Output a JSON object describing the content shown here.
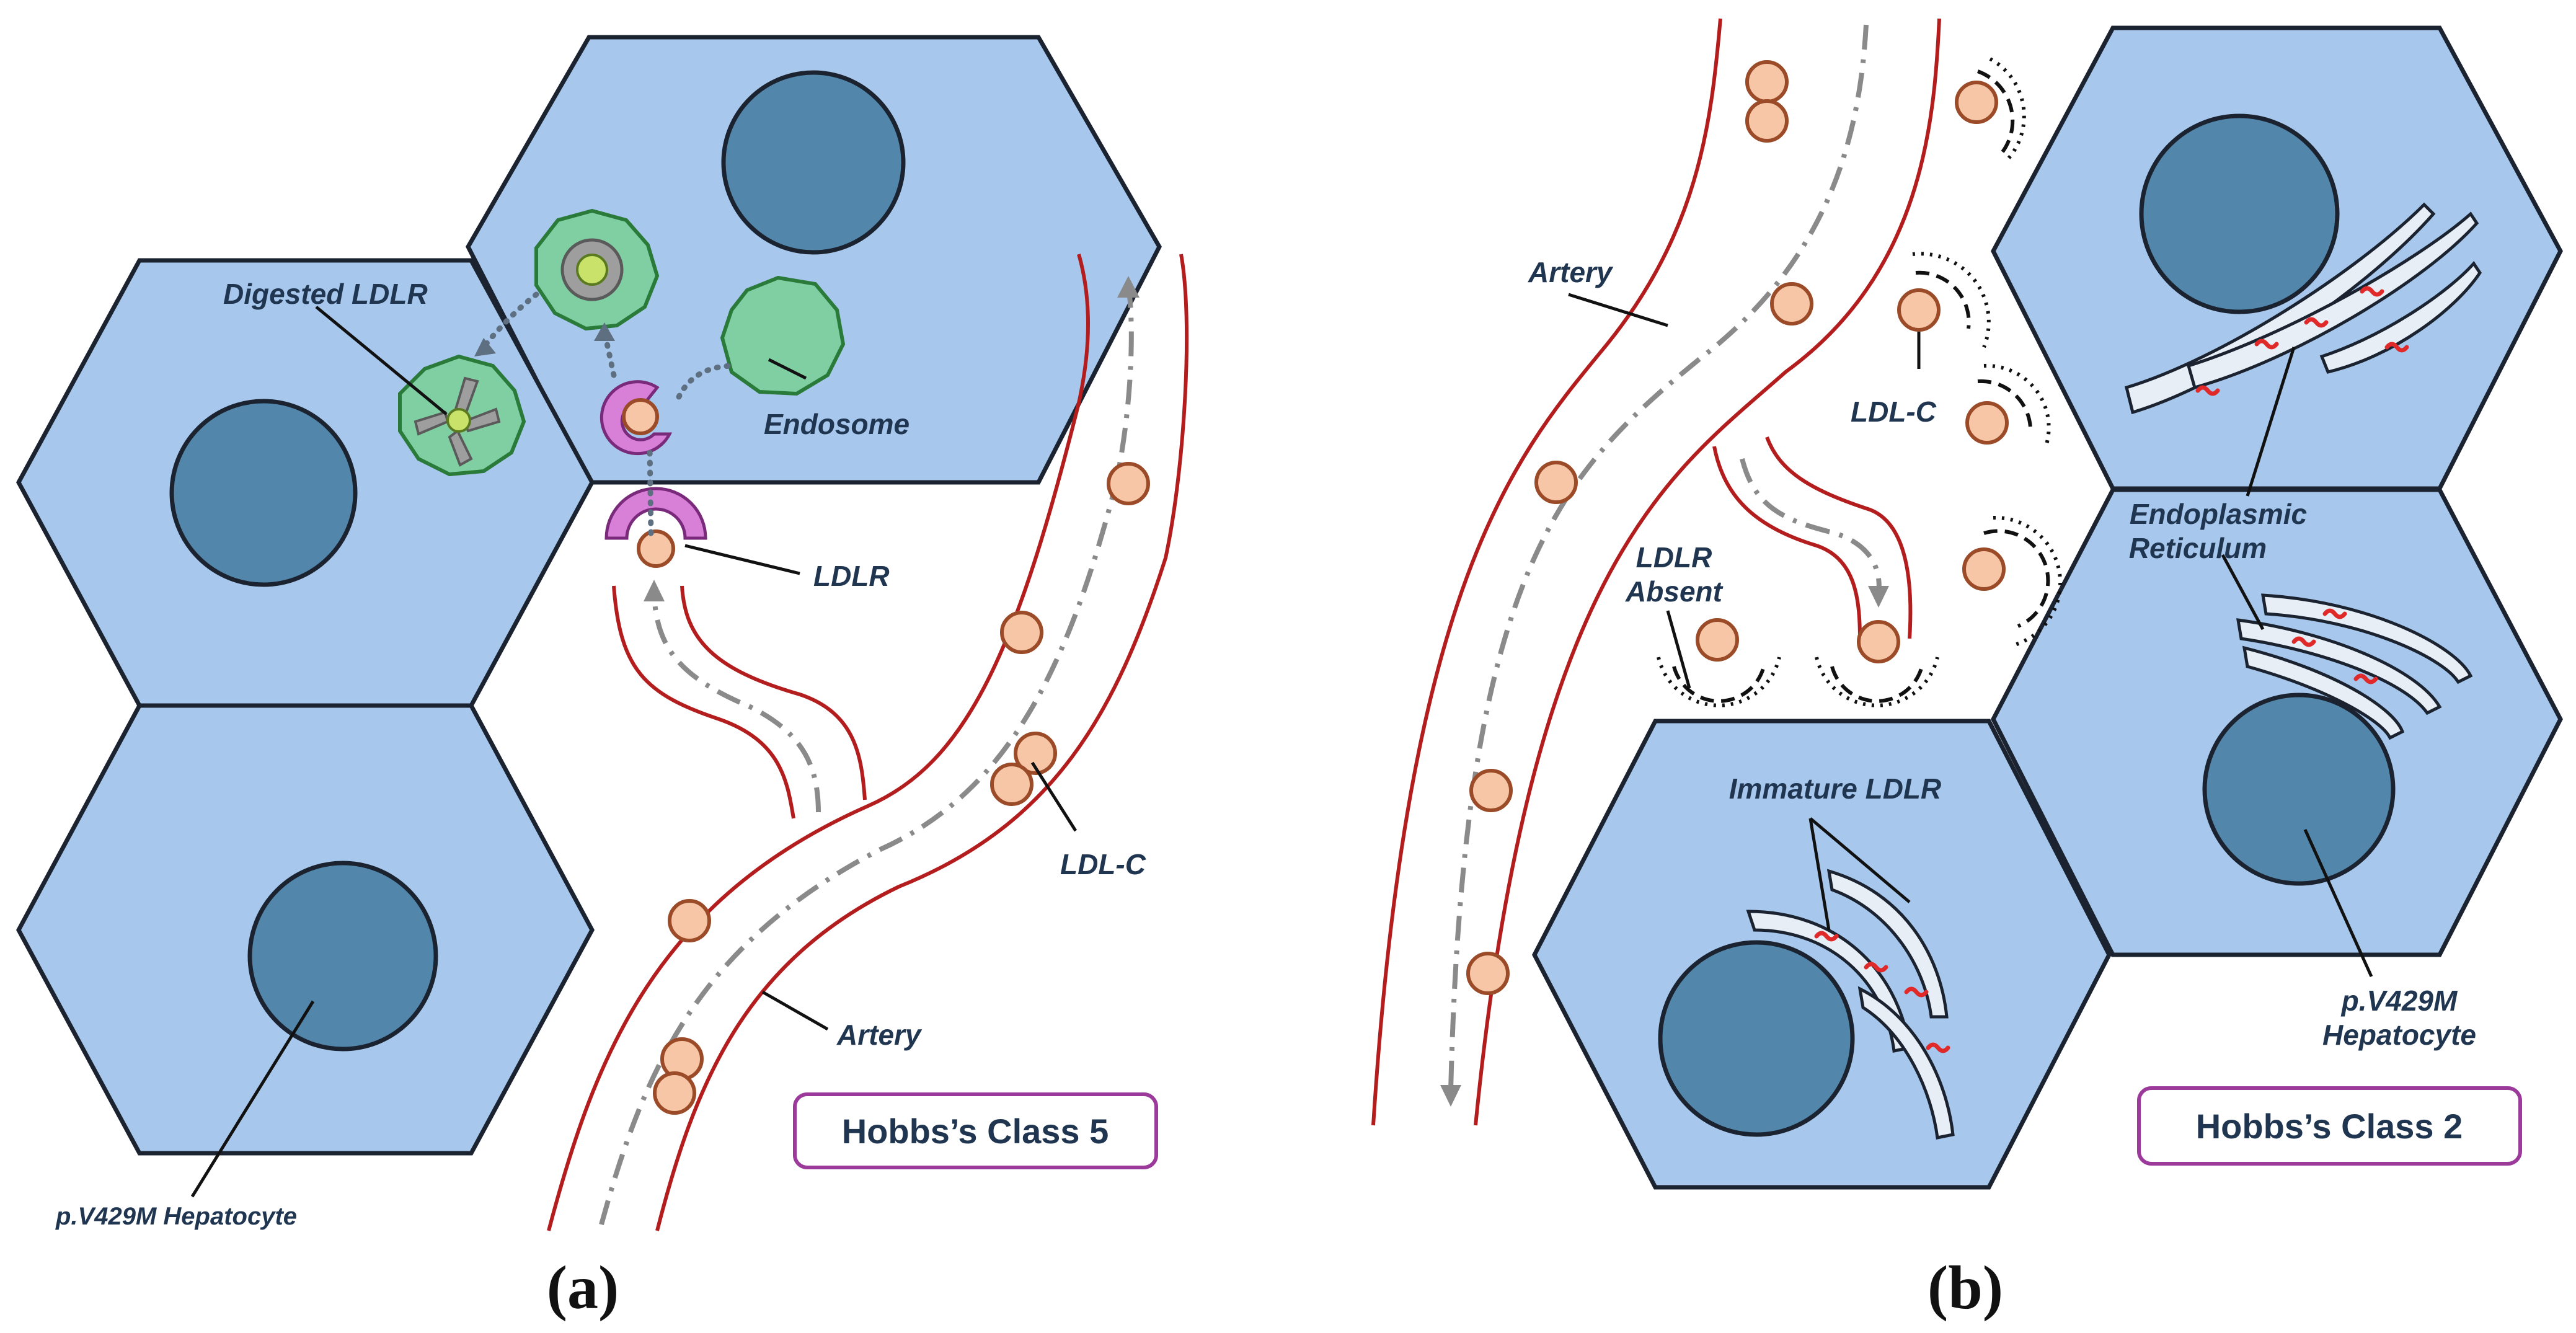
{
  "panel_a": {
    "letter": "(a)",
    "class_label": "Hobbs’s Class 5",
    "labels": {
      "digested_ldlr": "Digested LDLR",
      "endosome": "Endosome",
      "ldlr": "LDLR",
      "ldl_c": "LDL-C",
      "artery": "Artery",
      "hepatocyte": "p.V429M Hepatocyte"
    }
  },
  "panel_b": {
    "letter": "(b)",
    "class_label": "Hobbs’s Class 2",
    "labels": {
      "artery": "Artery",
      "ldl_c": "LDL-C",
      "ldlr_absent_line1": "LDLR",
      "ldlr_absent_line2": "Absent",
      "er_line1": "Endoplasmic",
      "er_line2": "Reticulum",
      "immature_ldlr": "Immature LDLR",
      "hepatocyte_line1": "p.V429M",
      "hepatocyte_line2": "Hepatocyte"
    }
  },
  "colors": {
    "cell_fill": "#a7c8ec",
    "nucleus_fill": "#5287ab",
    "artery_wall": "#b31d1d",
    "ldl_particle": "#f6c6a6",
    "endosome": "#7fcfa3",
    "receptor": "#d87fd8",
    "class_box_border": "#9b3a9b",
    "label_text": "#1f3550"
  }
}
